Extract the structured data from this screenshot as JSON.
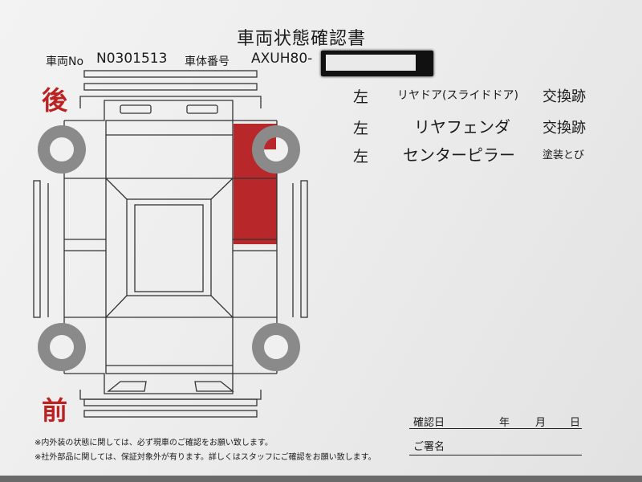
{
  "document": {
    "title": "車両状態確認書",
    "vehicle_no_label": "車両No",
    "vehicle_no": "N0301513",
    "chassis_label": "車体番号",
    "chassis_no": "AXUH80-",
    "rear_label": "後",
    "front_label": "前"
  },
  "damage_items": [
    {
      "side": "左",
      "part": "リヤドア(スライドドア)",
      "status": "交換跡"
    },
    {
      "side": "左",
      "part": "リヤフェンダ",
      "status": "交換跡"
    },
    {
      "side": "左",
      "part": "センターピラー",
      "status": "塗装とび"
    }
  ],
  "notes": [
    "※内外装の状態に関しては、必ず現車のご確認をお願い致します。",
    "※社外部品に関しては、保証対象外が有ります。詳しくはスタッフにご確認をお願い致します。"
  ],
  "form": {
    "confirm_date_label": "確認日",
    "year": "年",
    "month": "月",
    "day": "日",
    "signature_label": "ご署名"
  },
  "colors": {
    "damage": "#b8282a",
    "accent": "#b22222"
  }
}
